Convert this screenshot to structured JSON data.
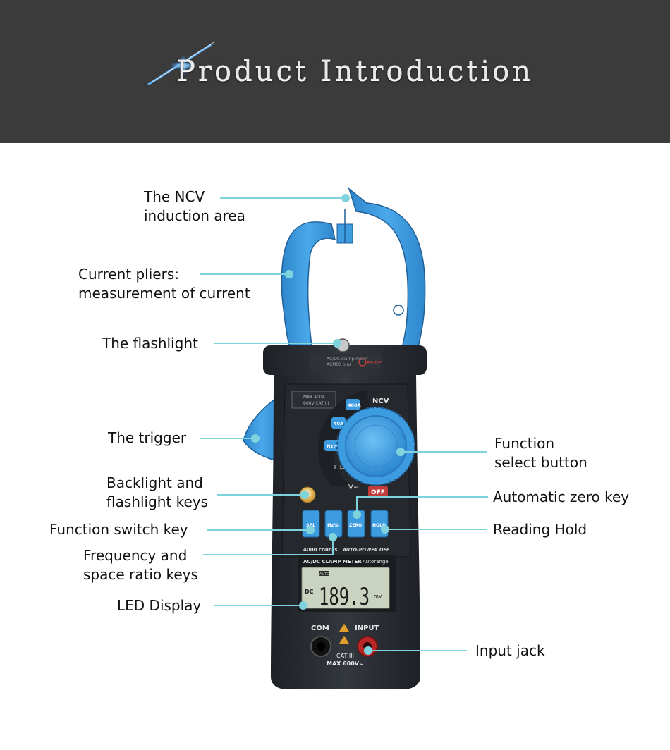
{
  "header": {
    "title": "Product Introduction"
  },
  "callouts": {
    "ncv": "The NCV\ninduction area",
    "pliers": "Current pliers:\nmeasurement of current",
    "flashlight": "The flashlight",
    "trigger": "The trigger",
    "backlight": "Backlight and\nflashlight keys",
    "function_switch": "Function switch key",
    "frequency": "Frequency and\nspace ratio keys",
    "led_display": "LED Display",
    "function_select": "Function\nselect button",
    "auto_zero": "Automatic zero key",
    "reading_hold": "Reading Hold",
    "input_jack": "Input jack"
  },
  "meter": {
    "nameplate_line1": "AC/DC clamp meter",
    "nameplate_line2": "ACM03 plus",
    "brand": "BSIDE",
    "rating_line1": "MAX 400A",
    "rating_line2": "600V CAT III",
    "dial_ncv": "NCV",
    "dial_400a": "400A",
    "dial_40a": "40A",
    "dial_hz": "Hz%",
    "dial_diode": "⊣⊢Ω",
    "dial_v": "V≂",
    "dial_off": "OFF",
    "btn_sel": "SEL",
    "btn_hz": "Hz%",
    "btn_zero": "ZERO",
    "btn_hold": "HOLD",
    "counts": "4000 counts",
    "auto_power": "AUTO-POWER OFF",
    "model_line": "AC/DC CLAMP METER",
    "autorange": "Autorange",
    "lcd_auto": "AUTO",
    "lcd_dc": "DC",
    "lcd_value": "189.3",
    "lcd_unit": "mV",
    "jack_com": "COM",
    "jack_input": "INPUT",
    "cat": "CAT III",
    "max_v": "MAX 600V≂"
  },
  "colors": {
    "banner_bg": "#3b3b3b",
    "clamp_blue": "#3d9be0",
    "leader_cyan": "#7ed3dc",
    "body_dark": "#2a2d33",
    "lcd_green": "#c9d3bf"
  }
}
